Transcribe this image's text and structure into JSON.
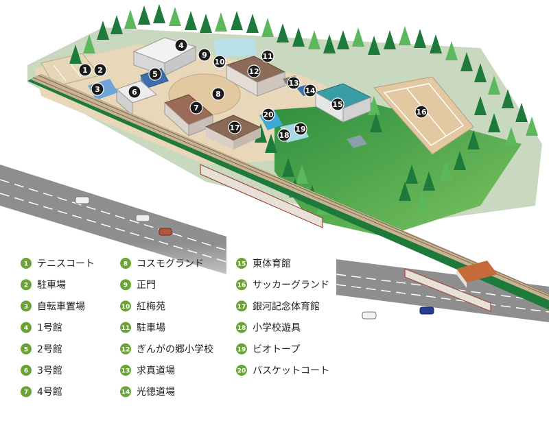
{
  "markers": [
    {
      "id": 1,
      "label": "1"
    },
    {
      "id": 2,
      "label": "2"
    },
    {
      "id": 3,
      "label": "3"
    },
    {
      "id": 4,
      "label": "4"
    },
    {
      "id": 5,
      "label": "5"
    },
    {
      "id": 6,
      "label": "6"
    },
    {
      "id": 7,
      "label": "7"
    },
    {
      "id": 8,
      "label": "8"
    },
    {
      "id": 9,
      "label": "9"
    },
    {
      "id": 10,
      "label": "10"
    },
    {
      "id": 11,
      "label": "11"
    },
    {
      "id": 12,
      "label": "12"
    },
    {
      "id": 13,
      "label": "13"
    },
    {
      "id": 14,
      "label": "14"
    },
    {
      "id": 15,
      "label": "15"
    },
    {
      "id": 16,
      "label": "16"
    },
    {
      "id": 17,
      "label": "17"
    },
    {
      "id": 18,
      "label": "18"
    },
    {
      "id": 19,
      "label": "19"
    },
    {
      "id": 20,
      "label": "20"
    }
  ],
  "legend": [
    {
      "num": "1",
      "text": "テニスコート"
    },
    {
      "num": "2",
      "text": "駐車場"
    },
    {
      "num": "3",
      "text": "自転車置場"
    },
    {
      "num": "4",
      "text": "1号館"
    },
    {
      "num": "5",
      "text": "2号館"
    },
    {
      "num": "6",
      "text": "3号館"
    },
    {
      "num": "7",
      "text": "4号館"
    },
    {
      "num": "8",
      "text": "コスモグランド"
    },
    {
      "num": "9",
      "text": "正門"
    },
    {
      "num": "10",
      "text": "紅梅苑"
    },
    {
      "num": "11",
      "text": "駐車場"
    },
    {
      "num": "12",
      "text": "ぎんがの郷小学校"
    },
    {
      "num": "13",
      "text": "求真道場"
    },
    {
      "num": "14",
      "text": "光徳道場"
    },
    {
      "num": "15",
      "text": "東体育館"
    },
    {
      "num": "16",
      "text": "サッカーグランド"
    },
    {
      "num": "17",
      "text": "銀河記念体育館"
    },
    {
      "num": "18",
      "text": "小学校遊具"
    },
    {
      "num": "19",
      "text": "ビオトープ"
    },
    {
      "num": "20",
      "text": "バスケットコート"
    }
  ],
  "colors": {
    "forest_dark": "#1e7a3a",
    "forest_light": "#5cb85c",
    "ground": "#e3c9a2",
    "road": "#8e8e8e",
    "rail": "#b9a283",
    "legend_badge": "#6aa336",
    "marker": "#1a1a1a"
  }
}
